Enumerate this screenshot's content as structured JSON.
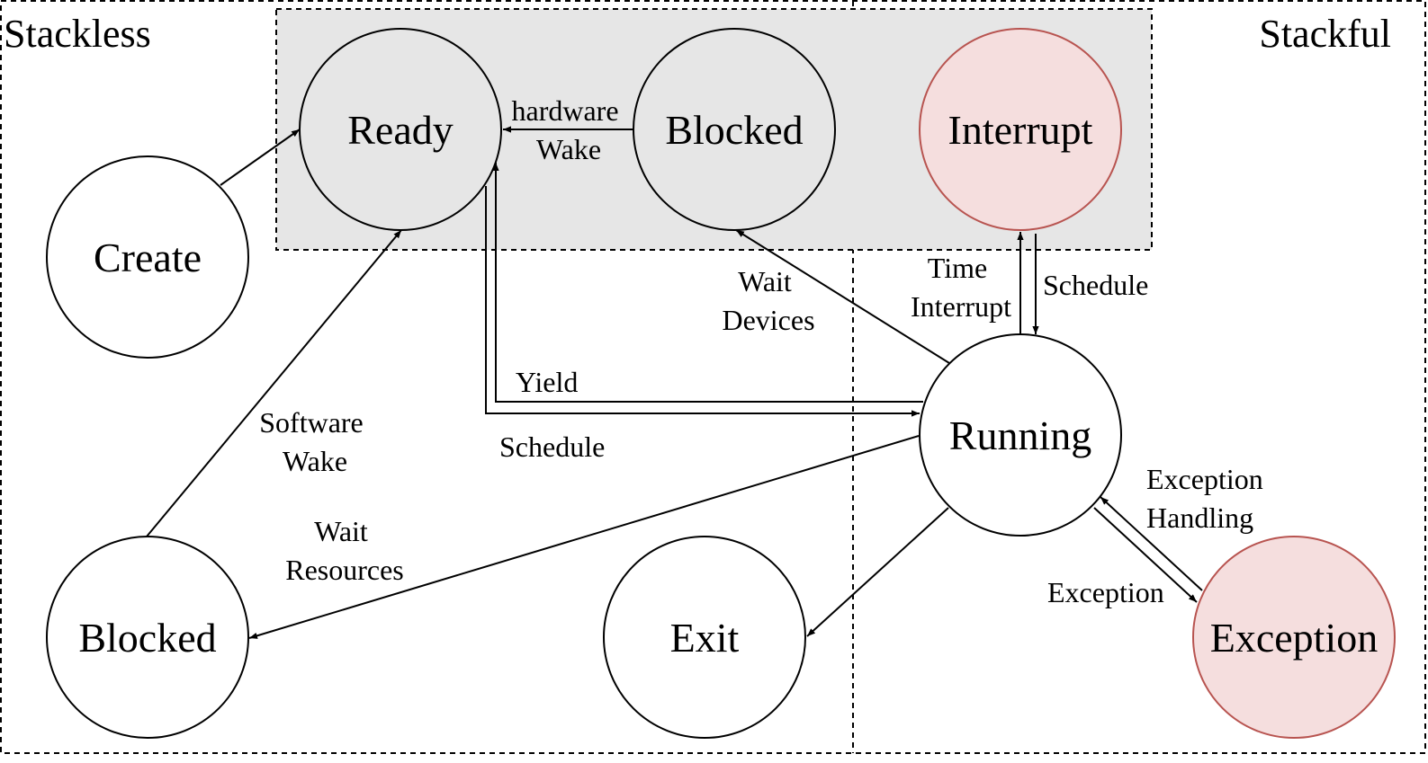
{
  "regions": {
    "stackless": "Stackless",
    "stackful": "Stackful"
  },
  "colors": {
    "shaded_region": "#e6e6e6",
    "node_default_fill": "#ffffff",
    "node_default_stroke": "#000000",
    "node_highlight_fill": "#f5dede",
    "node_highlight_stroke": "#b85450"
  },
  "nodes": {
    "ready": "Ready",
    "blocked_top": "Blocked",
    "interrupt": "Interrupt",
    "create": "Create",
    "running": "Running",
    "blocked_bottom": "Blocked",
    "exit": "Exit",
    "exception": "Exception"
  },
  "edges": {
    "hardware_wake": [
      "hardware",
      "Wake"
    ],
    "wait_devices": [
      "Wait",
      "Devices"
    ],
    "time_interrupt": [
      "Time",
      "Interrupt"
    ],
    "schedule_interrupt": "Schedule",
    "yield": "Yield",
    "schedule_ready": "Schedule",
    "software_wake": [
      "Software",
      "Wake"
    ],
    "wait_resources": [
      "Wait",
      "Resources"
    ],
    "exception_handling": [
      "Exception",
      "Handling"
    ],
    "exception": "Exception"
  }
}
